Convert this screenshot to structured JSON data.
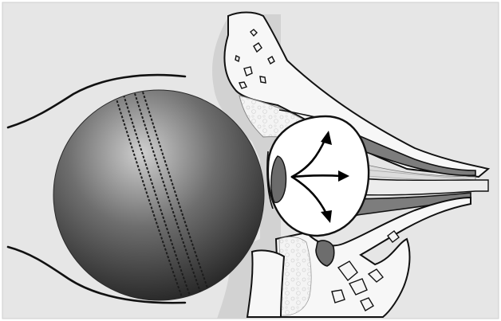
{
  "diagram": {
    "elements": [
      "cricket-ball",
      "cheek-contour-lines",
      "orbital-bones",
      "eyeball",
      "optic-nerve",
      "extraocular-muscles",
      "force-arrows"
    ],
    "colors": {
      "frame_background": "#e6e6e6",
      "eyeball": "#ffffff",
      "outline": "#111111",
      "ball_highlight": "#c9c9c9",
      "ball_shadow": "#222222",
      "bone": "#f3f3f3",
      "muscle": "#7f7f7f",
      "nerve": "#e8e8e8"
    },
    "arrows": {
      "count": 3,
      "directions": [
        "up-right",
        "right",
        "down-right"
      ]
    }
  }
}
